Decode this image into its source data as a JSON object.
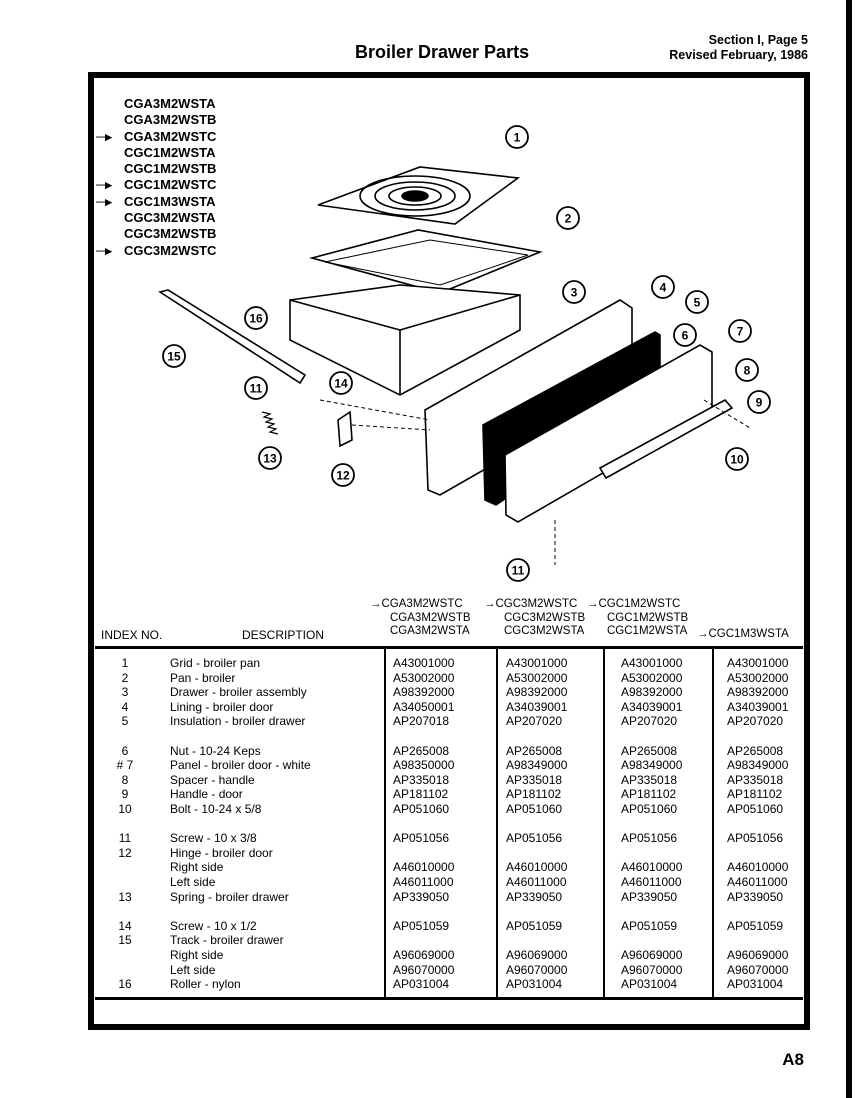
{
  "header": {
    "title": "Broiler Drawer Parts",
    "section": "Section I, Page 5",
    "revised": "Revised February, 1986"
  },
  "models": [
    {
      "name": "CGA3M2WSTA",
      "arrow": false
    },
    {
      "name": "CGA3M2WSTB",
      "arrow": false
    },
    {
      "name": "CGA3M2WSTC",
      "arrow": true
    },
    {
      "name": "CGC1M2WSTA",
      "arrow": false
    },
    {
      "name": "CGC1M2WSTB",
      "arrow": false
    },
    {
      "name": "CGC1M2WSTC",
      "arrow": true
    },
    {
      "name": "CGC1M3WSTA",
      "arrow": true
    },
    {
      "name": "CGC3M2WSTA",
      "arrow": false
    },
    {
      "name": "CGC3M2WSTB",
      "arrow": false
    },
    {
      "name": "CGC3M2WSTC",
      "arrow": true
    }
  ],
  "callouts": [
    "1",
    "2",
    "3",
    "4",
    "5",
    "6",
    "7",
    "8",
    "9",
    "10",
    "11",
    "12",
    "13",
    "14",
    "15",
    "16",
    "11"
  ],
  "table": {
    "index_header": "INDEX NO.",
    "desc_header": "DESCRIPTION",
    "columns": [
      [
        "→CGA3M2WSTC",
        "CGA3M2WSTB",
        "CGA3M2WSTA"
      ],
      [
        "→CGC3M2WSTC",
        "CGC3M2WSTB",
        "CGC3M2WSTA"
      ],
      [
        "→CGC1M2WSTC",
        "CGC1M2WSTB",
        "CGC1M2WSTA"
      ],
      [
        "→CGC1M3WSTA"
      ]
    ],
    "rows": [
      {
        "idx": "1",
        "desc": "Grid - broiler pan",
        "p": [
          "A43001000",
          "A43001000",
          "A43001000",
          "A43001000"
        ]
      },
      {
        "idx": "2",
        "desc": "Pan - broiler",
        "p": [
          "A53002000",
          "A53002000",
          "A53002000",
          "A53002000"
        ]
      },
      {
        "idx": "3",
        "desc": "Drawer - broiler assembly",
        "p": [
          "A98392000",
          "A98392000",
          "A98392000",
          "A98392000"
        ]
      },
      {
        "idx": "4",
        "desc": "Lining - broiler door",
        "p": [
          "A34050001",
          "A34039001",
          "A34039001",
          "A34039001"
        ]
      },
      {
        "idx": "5",
        "desc": "Insulation - broiler drawer",
        "p": [
          "AP207018",
          "AP207020",
          "AP207020",
          "AP207020"
        ]
      },
      {
        "idx": "",
        "desc": "",
        "p": [
          "",
          "",
          "",
          ""
        ]
      },
      {
        "idx": "6",
        "desc": "Nut - 10-24 Keps",
        "p": [
          "AP265008",
          "AP265008",
          "AP265008",
          "AP265008"
        ]
      },
      {
        "idx": "# 7",
        "desc": "Panel - broiler door - white",
        "p": [
          "A98350000",
          "A98349000",
          "A98349000",
          "A98349000"
        ]
      },
      {
        "idx": "8",
        "desc": "Spacer - handle",
        "p": [
          "AP335018",
          "AP335018",
          "AP335018",
          "AP335018"
        ]
      },
      {
        "idx": "9",
        "desc": "Handle - door",
        "p": [
          "AP181102",
          "AP181102",
          "AP181102",
          "AP181102"
        ]
      },
      {
        "idx": "10",
        "desc": "Bolt - 10-24 x 5/8",
        "p": [
          "AP051060",
          "AP051060",
          "AP051060",
          "AP051060"
        ]
      },
      {
        "idx": "",
        "desc": "",
        "p": [
          "",
          "",
          "",
          ""
        ]
      },
      {
        "idx": "11",
        "desc": "Screw - 10 x 3/8",
        "p": [
          "AP051056",
          "AP051056",
          "AP051056",
          "AP051056"
        ]
      },
      {
        "idx": "12",
        "desc": "Hinge - broiler door",
        "p": [
          "",
          "",
          "",
          ""
        ]
      },
      {
        "idx": "",
        "desc": "    Right side",
        "p": [
          "A46010000",
          "A46010000",
          "A46010000",
          "A46010000"
        ]
      },
      {
        "idx": "",
        "desc": "    Left side",
        "p": [
          "A46011000",
          "A46011000",
          "A46011000",
          "A46011000"
        ]
      },
      {
        "idx": "13",
        "desc": "Spring - broiler drawer",
        "p": [
          "AP339050",
          "AP339050",
          "AP339050",
          "AP339050"
        ]
      },
      {
        "idx": "",
        "desc": "",
        "p": [
          "",
          "",
          "",
          ""
        ]
      },
      {
        "idx": "14",
        "desc": "Screw - 10 x 1/2",
        "p": [
          "AP051059",
          "AP051059",
          "AP051059",
          "AP051059"
        ]
      },
      {
        "idx": "15",
        "desc": "Track - broiler drawer",
        "p": [
          "",
          "",
          "",
          ""
        ]
      },
      {
        "idx": "",
        "desc": "    Right side",
        "p": [
          "A96069000",
          "A96069000",
          "A96069000",
          "A96069000"
        ]
      },
      {
        "idx": "",
        "desc": "    Left side",
        "p": [
          "A96070000",
          "A96070000",
          "A96070000",
          "A96070000"
        ]
      },
      {
        "idx": "16",
        "desc": "Roller - nylon",
        "p": [
          "AP031004",
          "AP031004",
          "AP031004",
          "AP031004"
        ]
      }
    ]
  },
  "footer": "A8"
}
